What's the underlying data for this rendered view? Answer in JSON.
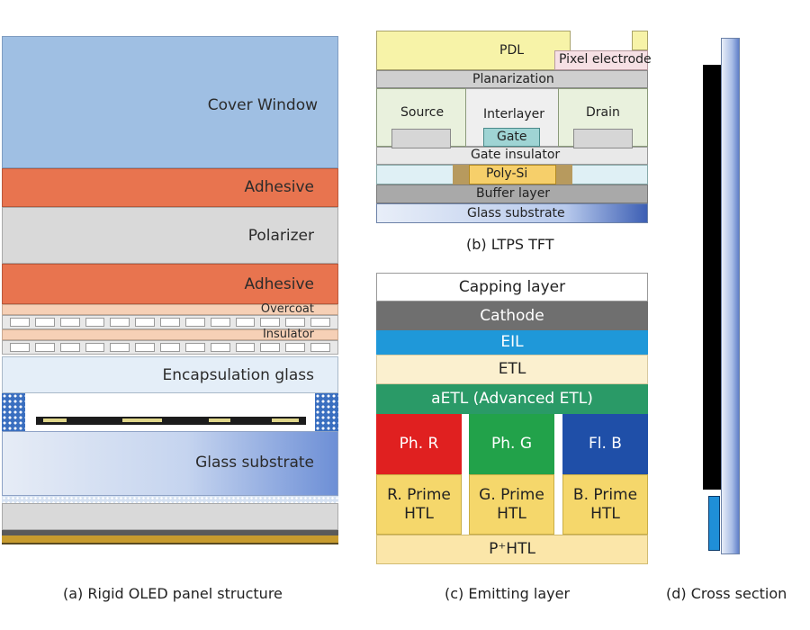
{
  "panel_a": {
    "cover_window": "Cover Window",
    "adhesive_1": "Adhesive",
    "polarizer": "Polarizer",
    "adhesive_2": "Adhesive",
    "overcoat": "Overcoat",
    "insulator": "Insulator",
    "encapsulation_glass": "Encapsulation glass",
    "glass_substrate": "Glass substrate",
    "caption": "(a) Rigid OLED panel structure"
  },
  "panel_b": {
    "pdl": "PDL",
    "pixel_electrode": "Pixel electrode",
    "planarization": "Planarization",
    "source": "Source",
    "interlayer": "Interlayer",
    "drain": "Drain",
    "gate": "Gate",
    "gate_insulator": "Gate insulator",
    "poly_si": "Poly-Si",
    "buffer_layer": "Buffer layer",
    "glass_substrate": "Glass substrate",
    "caption": "(b) LTPS TFT"
  },
  "panel_c": {
    "capping_layer": "Capping layer",
    "cathode": "Cathode",
    "eil": "EIL",
    "etl": "ETL",
    "aetl": "aETL (Advanced ETL)",
    "ph_r": "Ph. R",
    "ph_g": "Ph. G",
    "fl_b": "Fl. B",
    "r_prime": "R. Prime HTL",
    "g_prime": "G. Prime HTL",
    "b_prime": "B. Prime HTL",
    "phtl": "P⁺HTL",
    "caption": "(c) Emitting layer"
  },
  "panel_d": {
    "caption": "(d) Cross section"
  },
  "colors": {
    "cover": "#9fbfe3",
    "adhesive": "#e8744f",
    "polarizer": "#d9d9d9",
    "cathode": "#6f6f6f",
    "eil": "#1f98d9",
    "etl": "#fbf0cf",
    "aetl": "#2a9a67",
    "red": "#e02020",
    "green": "#22a24a",
    "blue": "#1f4fa8",
    "htl": "#f5d76b"
  }
}
